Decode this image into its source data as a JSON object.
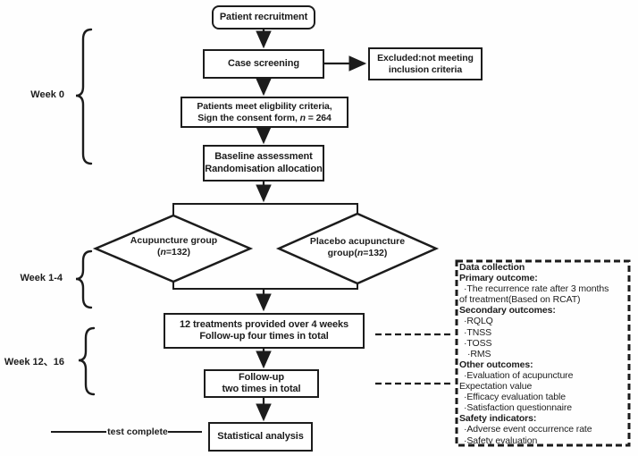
{
  "diagram": {
    "boxes": {
      "patient_recruitment": "Patient recruitment",
      "case_screening": "Case screening",
      "excluded": {
        "line1": "Excluded:not meeting",
        "line2": "inclusion criteria"
      },
      "eligibility": {
        "line1": "Patients meet eligbility criteria,",
        "line2_prefix": "Sign the consent form,  ",
        "line2_var": "n",
        "line2_suffix": " = 264"
      },
      "baseline": {
        "line1": "Baseline assessment",
        "line2": "Randomisation allocation"
      },
      "acupuncture": {
        "line1": "Acupuncture group",
        "line2_prefix": "(",
        "line2_var": "n",
        "line2_suffix": "=132)"
      },
      "placebo": {
        "line1": "Placebo acupuncture",
        "line2_prefix": "group(",
        "line2_var": "n",
        "line2_suffix": "=132)"
      },
      "treatments": {
        "line1": "12 treatments provided over 4 weeks",
        "line2": "Follow-up four times in total"
      },
      "followup": {
        "line1": "Follow-up",
        "line2": "two times in total"
      },
      "statistical": "Statistical analysis"
    },
    "timeline": {
      "week0": "Week 0",
      "week1_4": "Week 1-4",
      "week12_16": "Week 12、16"
    },
    "test_complete": "test complete",
    "data_collection": {
      "lines": [
        {
          "text": "Data collection"
        },
        {
          "text": "Primary outcome:"
        },
        {
          "text": "·The recurrence rate after 3 months"
        },
        {
          "text": "of treatment(Based on RCAT)"
        },
        {
          "text": "Secondary outcomes:"
        },
        {
          "text": "·RQLQ"
        },
        {
          "text": "·TNSS"
        },
        {
          "text": "·TOSS"
        },
        {
          "text": "·RMS"
        },
        {
          "text": "Other outcomes:"
        },
        {
          "text": "·Evaluation of acupuncture"
        },
        {
          "text": "Expectation value"
        },
        {
          "text": "·Efficacy evaluation table"
        },
        {
          "text": "·Satisfaction questionnaire"
        },
        {
          "text": "Safety indicators:"
        },
        {
          "text": "·Adverse event occurrence rate"
        },
        {
          "text": "·Safety evaluation"
        }
      ]
    },
    "colors": {
      "line": "#1c1c1c",
      "background": "#ffffff"
    }
  }
}
